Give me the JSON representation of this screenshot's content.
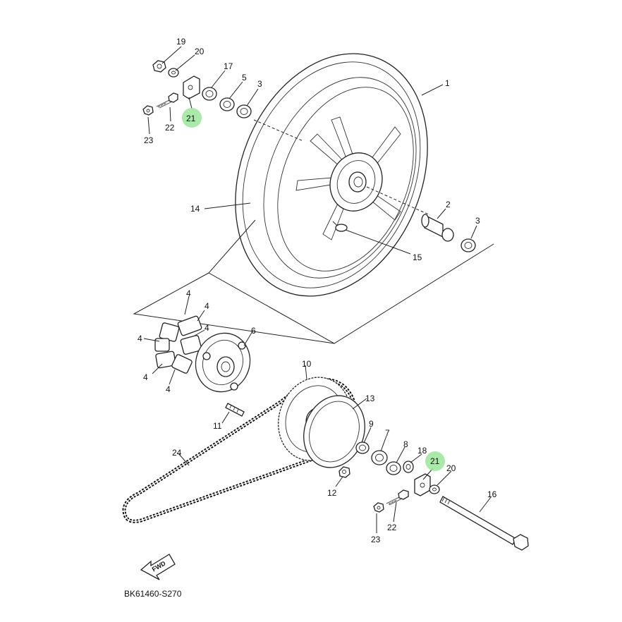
{
  "diagram": {
    "drawing_code": "BK61460-S270",
    "fwd_label": "FWD",
    "highlight_color": "#9be59b",
    "callouts": {
      "c19": "19",
      "c20a": "20",
      "c17": "17",
      "c5": "5",
      "c3a": "3",
      "c1": "1",
      "c21a": "21",
      "c22a": "22",
      "c23a": "23",
      "c14": "14",
      "c2": "2",
      "c3b": "3",
      "c15": "15",
      "c4a": "4",
      "c4b": "4",
      "c4c": "4",
      "c4d": "4",
      "c4e": "4",
      "c4f": "4",
      "c6": "6",
      "c10": "10",
      "c11": "11",
      "c24": "24",
      "c13": "13",
      "c9": "9",
      "c7": "7",
      "c8": "8",
      "c18": "18",
      "c21b": "21",
      "c20b": "20",
      "c16": "16",
      "c12": "12",
      "c22b": "22",
      "c23b": "23"
    }
  }
}
